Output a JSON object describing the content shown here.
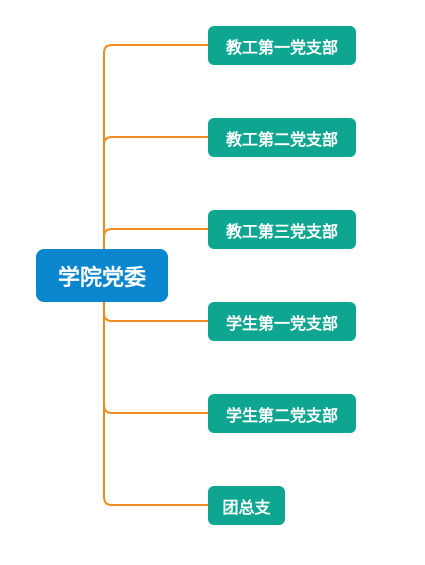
{
  "diagram": {
    "root": {
      "label": "学院党委",
      "color": "#0a86cf"
    },
    "connector_color": "#f08c1e",
    "child_color": "#0ea591",
    "children": [
      {
        "label": "教工第一党支部"
      },
      {
        "label": "教工第二党支部"
      },
      {
        "label": "教工第三党支部"
      },
      {
        "label": "学生第一党支部"
      },
      {
        "label": "学生第二党支部"
      },
      {
        "label": "团总支"
      }
    ]
  }
}
